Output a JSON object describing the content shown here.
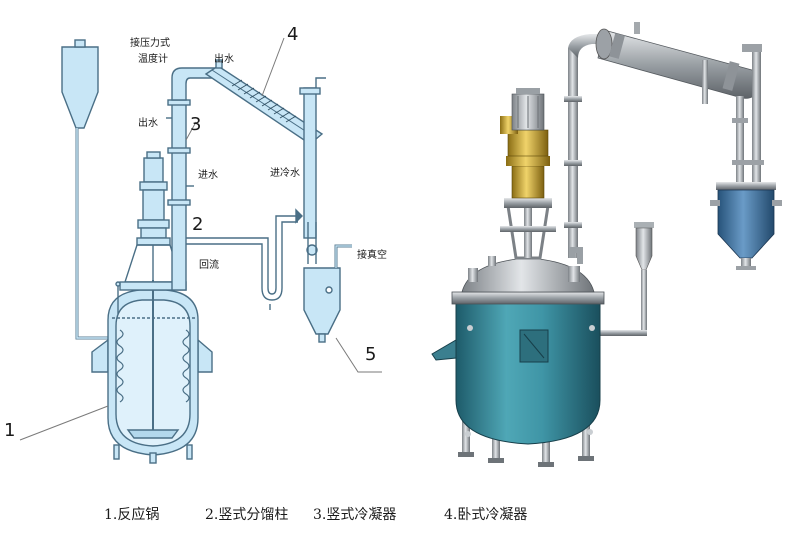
{
  "diagram": {
    "labels": {
      "thermometer": [
        "接压力式",
        "温度计"
      ],
      "water_out_top": "出水",
      "water_out_left": "出水",
      "water_in_left": "进水",
      "cold_water_in": "进冷水",
      "reflux": "回流",
      "vacuum": "接真空"
    },
    "numbers": {
      "n1": "1",
      "n2": "2",
      "n3": "3",
      "n4": "4",
      "n5": "5"
    }
  },
  "caption": {
    "items": [
      "1.反应锅",
      "2.竖式分馏柱",
      "3.竖式冷凝器",
      "4.卧式冷凝器"
    ]
  },
  "colors": {
    "schematic_fill": "#c8e6f6",
    "schematic_line": "#4a6f86",
    "vessel_body": "#3a8fa0",
    "steel": "#b8bcc0",
    "motor": "#c9a52c"
  }
}
